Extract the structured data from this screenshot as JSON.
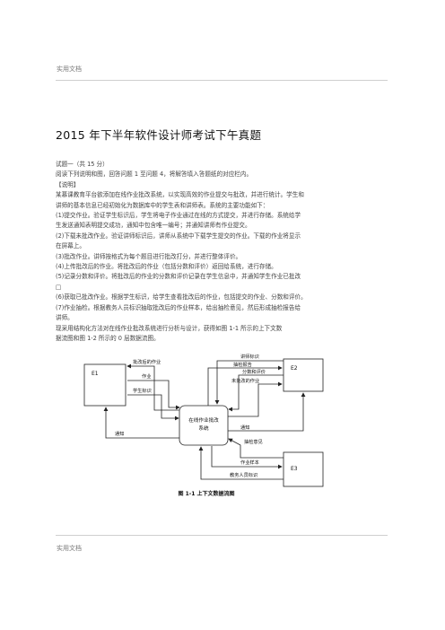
{
  "header": "实用文档",
  "footer": "实用文档",
  "title": "2015 年下半年软件设计师考试下午真题",
  "lines": [
    "试题一（共 15 分）",
    "阅读下列说明和图，回答问题 1 至问题 4，将解答填入答题纸的对应栏内。",
    "【说明】",
    "某慕课教育平台欲添加在线作业批改系统，以实现高效的作业提交与批改，并进行统计。学生和",
    "讲师的基本信息已经初始化为数据库中的学生表和讲师表。系统的主要功能如下：",
    "(1)提交作业。验证学生标识后，学生将电子作业通过在线的方式提交，并进行存储。系统给学",
    "生发送通知表明提交成功，通知中包含唯一编号；并通知讲师有作业提交。",
    "(2)下载未批改作业。验证讲师标识后，讲师从系统中下载学生提交的作业。下载的作业将显示",
    "在屏幕上。",
    "(3)批改作业。讲师按格式为每个题目进行批改打分，并进行整体评价。",
    "(4)上传批改后的作业。将批改后的作业（包括分数和评价）返回给系统，进行存储。",
    "(5)记录分数和评价。将批改后的作业的分数和评价记录在学生信息中，并通知学生作业已批改",
    "□",
    "(6)获取已批改作业。根据学生标识，给学生查看批改后的作业，包括提交的作业、分数和评价。",
    "(7)作业抽检。根据教务人员标识抽取批改后的作业样本，给出抽检意见，然后形成抽检报告给",
    "讲师。",
    "现采用结构化方法对在线作业批改系统进行分析与设计，获得如图 1-1 所示的上下文数",
    "据流图和图 1-2 所示的 0 层数据流图。"
  ],
  "diagram": {
    "process": "在线作业批改系统",
    "e1": "E1",
    "e2": "E2",
    "e3": "E3",
    "flows": {
      "graded_homework": "批改后的作业",
      "homework": "作业",
      "student_id": "学生标识",
      "notify_left": "通知",
      "teacher_id": "讲师标识",
      "inspection_report": "抽检报告",
      "score_eval": "分数和评价",
      "ungraded_homework": "未批改的作业",
      "notify_right": "通知",
      "inspection_opinion": "抽检意见",
      "homework_sample": "作业样本",
      "staff_id": "教务人员标识"
    },
    "caption": "图 1-1  上下文数据流图"
  }
}
